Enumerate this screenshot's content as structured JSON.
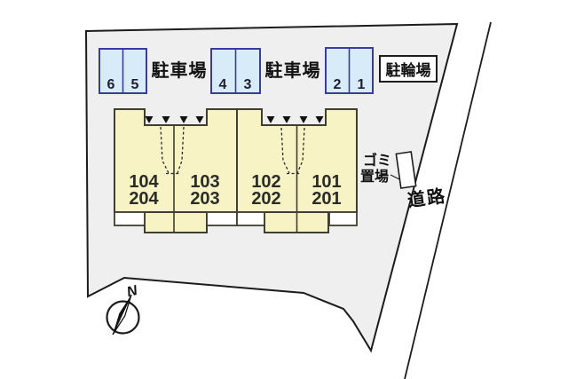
{
  "plan": {
    "parking": {
      "lots": [
        {
          "label": "駐車場",
          "spaces": [
            "6",
            "5"
          ]
        },
        {
          "label": "駐車場",
          "spaces": [
            "4",
            "3"
          ]
        },
        {
          "spaces": [
            "2",
            "1"
          ]
        }
      ],
      "bicycle_label": "駐輪場"
    },
    "buildings": [
      {
        "units": [
          {
            "rooms": [
              "104",
              "204"
            ]
          },
          {
            "rooms": [
              "103",
              "203"
            ]
          }
        ]
      },
      {
        "units": [
          {
            "rooms": [
              "102",
              "202"
            ]
          },
          {
            "rooms": [
              "101",
              "201"
            ]
          }
        ]
      }
    ],
    "garbage": {
      "line1": "ゴミ",
      "line2": "置場"
    },
    "road_label": "道路",
    "compass_label": "N",
    "colors": {
      "plot_fill": "#efeff0",
      "parking_fill": "#d7ecf8",
      "parking_border": "#3c3c9c",
      "building_fill": "#f7f3c5",
      "building_border": "#403e31",
      "line": "#1c1c1c"
    }
  }
}
